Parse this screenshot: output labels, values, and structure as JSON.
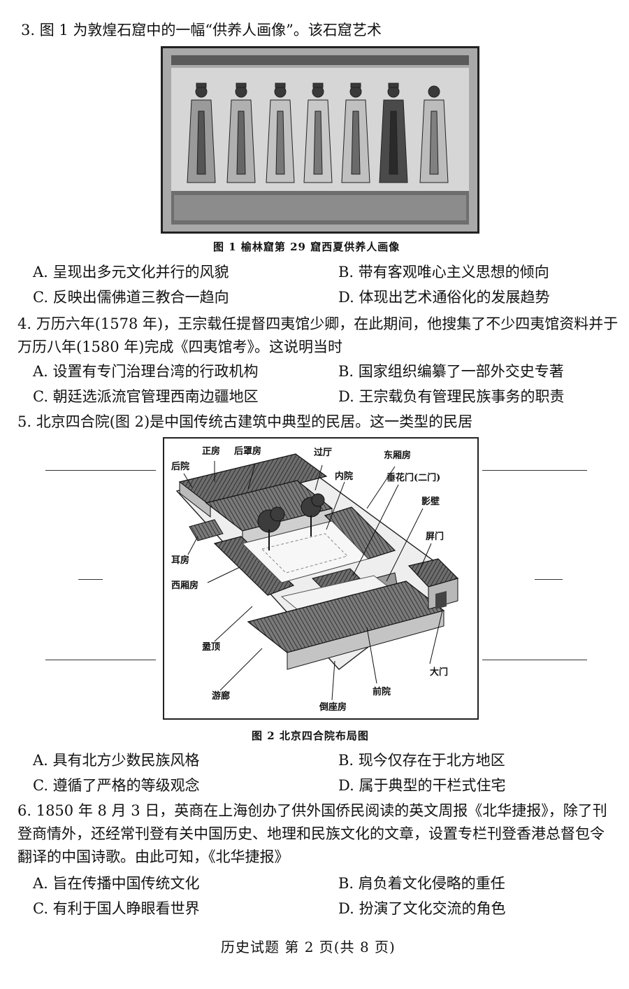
{
  "q3": {
    "stem": "3. 图 1 为敦煌石窟中的一幅“供养人画像”。该石窟艺术",
    "figure_caption": "图 1   榆林窟第 29 窟西夏供养人画像",
    "options": {
      "A": "A. 呈现出多元文化并行的风貌",
      "B": "B. 带有客观唯心主义思想的倾向",
      "C": "C. 反映出儒佛道三教合一趋向",
      "D": "D. 体现出艺术通俗化的发展趋势"
    }
  },
  "q4": {
    "stem": "4. 万历六年(1578 年)，王宗载任提督四夷馆少卿，在此期间，他搜集了不少四夷馆资料并于万历八年(1580 年)完成《四夷馆考》。这说明当时",
    "options": {
      "A": "A. 设置有专门治理台湾的行政机构",
      "B": "B. 国家组织编纂了一部外交史专著",
      "C": "C. 朝廷选派流官管理西南边疆地区",
      "D": "D. 王宗载负有管理民族事务的职责"
    }
  },
  "q5": {
    "stem": "5. 北京四合院(图 2)是中国传统古建筑中典型的民居。这一类型的民居",
    "figure_caption": "图 2   北京四合院布局图",
    "diagram_labels": {
      "zhengfang": "正房",
      "houzhaofang": "后罩房",
      "guoting": "过厅",
      "dongxiangfang": "东厢房",
      "houyuan": "后院",
      "neiyuan": "内院",
      "chuihuamen": "垂花门(二门)",
      "yingbi": "影壁",
      "ermen": "屏门",
      "erfang": "耳房",
      "xixiangfang": "西厢房",
      "luding": "盝顶",
      "damen": "大门",
      "youlang": "游廊",
      "qianyuan": "前院",
      "daozuofang": "倒座房"
    },
    "options": {
      "A": "A. 具有北方少数民族风格",
      "B": "B. 现今仅存在于北方地区",
      "C": "C. 遵循了严格的等级观念",
      "D": "D. 属于典型的干栏式住宅"
    }
  },
  "q6": {
    "stem": "6. 1850 年 8 月 3 日，英商在上海创办了供外国侨民阅读的英文周报《北华捷报》，除了刊登商情外，还经常刊登有关中国历史、地理和民族文化的文章，设置专栏刊登香港总督包令翻译的中国诗歌。由此可知，《北华捷报》",
    "options": {
      "A": "A. 旨在传播中国传统文化",
      "B": "B. 肩负着文化侵略的重任",
      "C": "C. 有利于国人睁眼看世界",
      "D": "D. 扮演了文化交流的角色"
    }
  },
  "footer": "历史试题   第 2 页(共 8 页)"
}
